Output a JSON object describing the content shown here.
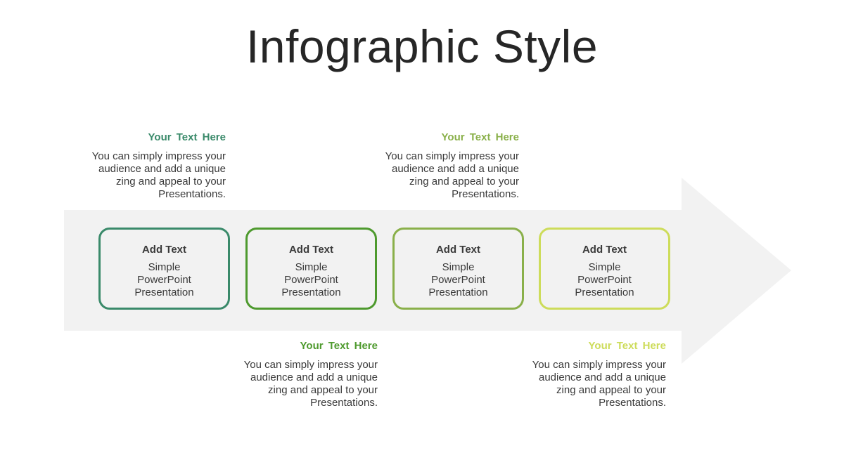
{
  "title": "Infographic Style",
  "colors": {
    "step1": "#3a8a6a",
    "step2": "#4e9a2e",
    "step3": "#8ab04a",
    "step4": "#cddc5a",
    "arrow": "#f2f2f2"
  },
  "steps": [
    {
      "box_title": "Add Text",
      "box_body": "Simple PowerPoint Presentation",
      "note_head": "Your Text  Here",
      "note_body": "You can simply impress your audience and add a unique zing and appeal to your Presentations."
    },
    {
      "box_title": "Add Text",
      "box_body": "Simple PowerPoint Presentation",
      "note_head": "Your Text  Here",
      "note_body": "You can simply impress your audience and add a unique zing and appeal to your Presentations."
    },
    {
      "box_title": "Add Text",
      "box_body": "Simple PowerPoint Presentation",
      "note_head": "Your Text  Here",
      "note_body": "You can simply impress your audience and add a unique zing and appeal to your Presentations."
    },
    {
      "box_title": "Add Text",
      "box_body": "Simple PowerPoint Presentation",
      "note_head": "Your Text  Here",
      "note_body": "You can simply impress your audience and add a unique zing and appeal to your Presentations."
    }
  ]
}
